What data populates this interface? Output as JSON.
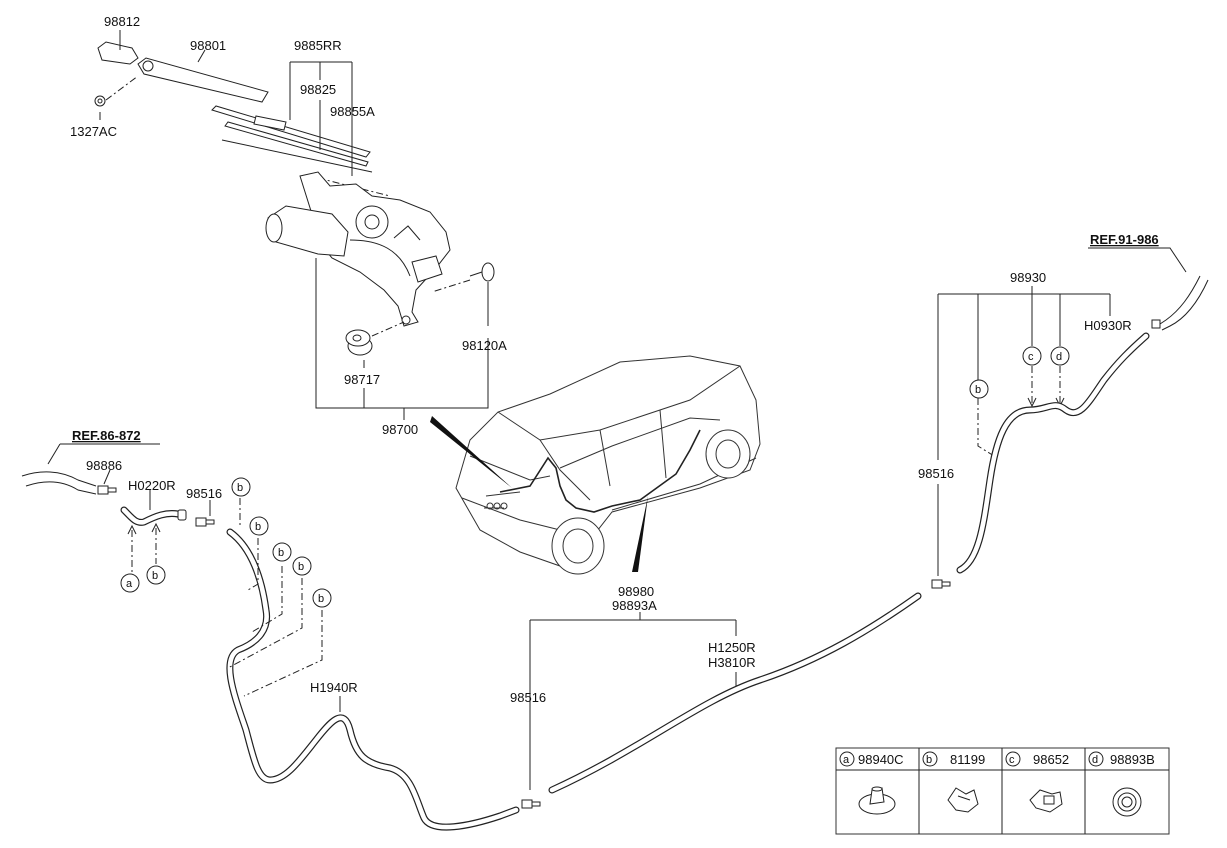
{
  "labels": {
    "p98812": "98812",
    "p98801": "98801",
    "p9885RR": "9885RR",
    "p98825": "98825",
    "p98855A": "98855A",
    "p1327AC": "1327AC",
    "p98120A": "98120A",
    "p98717": "98717",
    "p98700": "98700",
    "ref86": "REF.86-872",
    "p98886": "98886",
    "pH0220R": "H0220R",
    "p98516_left": "98516",
    "pH1940R": "H1940R",
    "p98980": "98980",
    "p98893A": "98893A",
    "pH1250R": "H1250R",
    "pH3810R": "H3810R",
    "p98516_mid": "98516",
    "p98516_right": "98516",
    "ref91": "REF.91-986",
    "p98930": "98930",
    "pH0930R": "H0930R"
  },
  "callouts": {
    "a": "a",
    "b": "b",
    "c": "c",
    "d": "d"
  },
  "legend": [
    {
      "letter": "a",
      "part": "98940C",
      "icon": "grommet-clip-icon"
    },
    {
      "letter": "b",
      "part": "81199",
      "icon": "hose-clip-icon"
    },
    {
      "letter": "c",
      "part": "98652",
      "icon": "connector-clip-icon"
    },
    {
      "letter": "d",
      "part": "98893B",
      "icon": "round-grommet-icon"
    }
  ]
}
